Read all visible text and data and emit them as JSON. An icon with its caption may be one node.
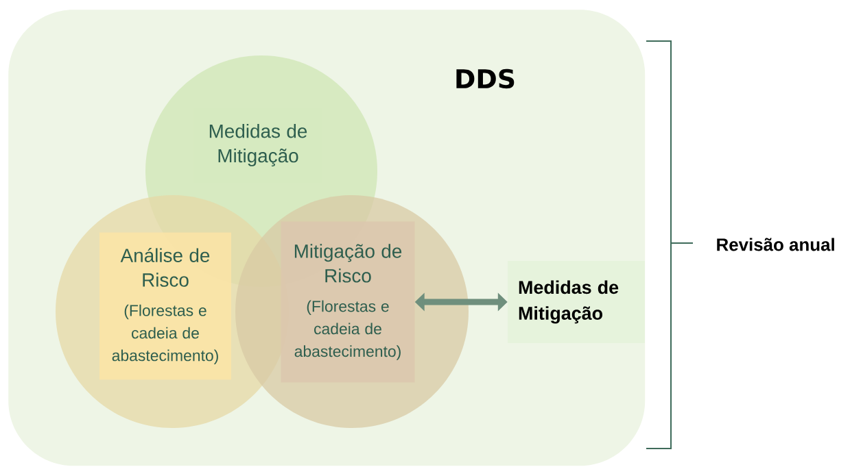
{
  "diagram": {
    "nodes": [
      {
        "text": [
          "DDS"
        ]
      },
      {
        "text": [
          "Medidas de Mitigação"
        ],
        "in": 0
      },
      {
        "text": [
          "Análise de Risco",
          "(Florestas e cadeia de abastecimento)"
        ],
        "in": 0
      },
      {
        "text": [
          "Mitigação de Risco",
          "(Florestas e cadeia de abastecimento)"
        ],
        "in": 0
      },
      {
        "text": [
          "Medidas de Mitigação"
        ],
        "in": 0
      }
    ],
    "edges": [
      {
        "from": 3,
        "to": 4,
        "arrow": "both"
      }
    ],
    "labels": [
      "Revisão anual"
    ]
  }
}
